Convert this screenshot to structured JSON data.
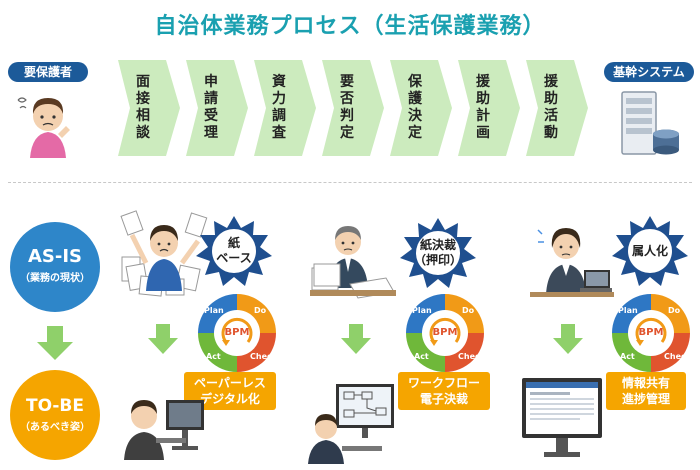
{
  "title": "自治体業務プロセス（生活保護業務）",
  "left_badge": "要保護者",
  "right_badge": "基幹システム",
  "steps": [
    {
      "label": "面接相談"
    },
    {
      "label": "申請受理"
    },
    {
      "label": "資力調査"
    },
    {
      "label": "要否判定"
    },
    {
      "label": "保護決定"
    },
    {
      "label": "援助計画"
    },
    {
      "label": "援助活動"
    }
  ],
  "as_is": {
    "title": "AS-IS",
    "subtitle": "（業務の現状）"
  },
  "to_be": {
    "title": "TO-BE",
    "subtitle": "（あるべき姿）"
  },
  "issues": [
    {
      "label": "紙ベース",
      "line1": "紙",
      "line2": "ベース"
    },
    {
      "label": "紙決裁（押印）",
      "line1": "紙決裁",
      "line2": "（押印）"
    },
    {
      "label": "属人化",
      "line1": "属人化",
      "line2": ""
    }
  ],
  "cycle": {
    "center": "BPM",
    "plan": "Plan",
    "do": "Do",
    "check": "Check",
    "act": "Act"
  },
  "solutions": [
    {
      "line1": "ペーパーレス",
      "line2": "デジタル化"
    },
    {
      "line1": "ワークフロー",
      "line2": "電子決裁"
    },
    {
      "line1": "情報共有",
      "line2": "進捗管理"
    }
  ],
  "colors": {
    "title": "#1aa0b0",
    "badge": "#1c5a99",
    "as_is": "#2e86c9",
    "to_be": "#f5a500",
    "arrow": "#8fd06a",
    "plan": "#2e77c4",
    "do": "#f19a17",
    "check": "#e0542e",
    "act": "#6fb83a"
  }
}
